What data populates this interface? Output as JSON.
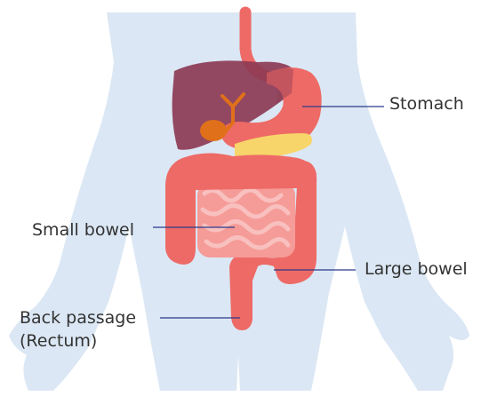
{
  "labels": {
    "stomach": "Stomach",
    "small_bowel": "Small bowel",
    "large_bowel": "Large bowel",
    "back_passage": "Back passage",
    "rectum": "(Rectum)"
  },
  "colors": {
    "body": "#dbe7f4",
    "liver": "#8d3b55",
    "gallbladder": "#e0701a",
    "stomach": "#ee6a66",
    "pancreas": "#f7d56a",
    "large_bowel": "#ee6a66",
    "small_bowel": "#f59b98",
    "small_bowel_light": "#f8c0be",
    "leader_line": "#2a3a8a",
    "text": "#333333"
  }
}
